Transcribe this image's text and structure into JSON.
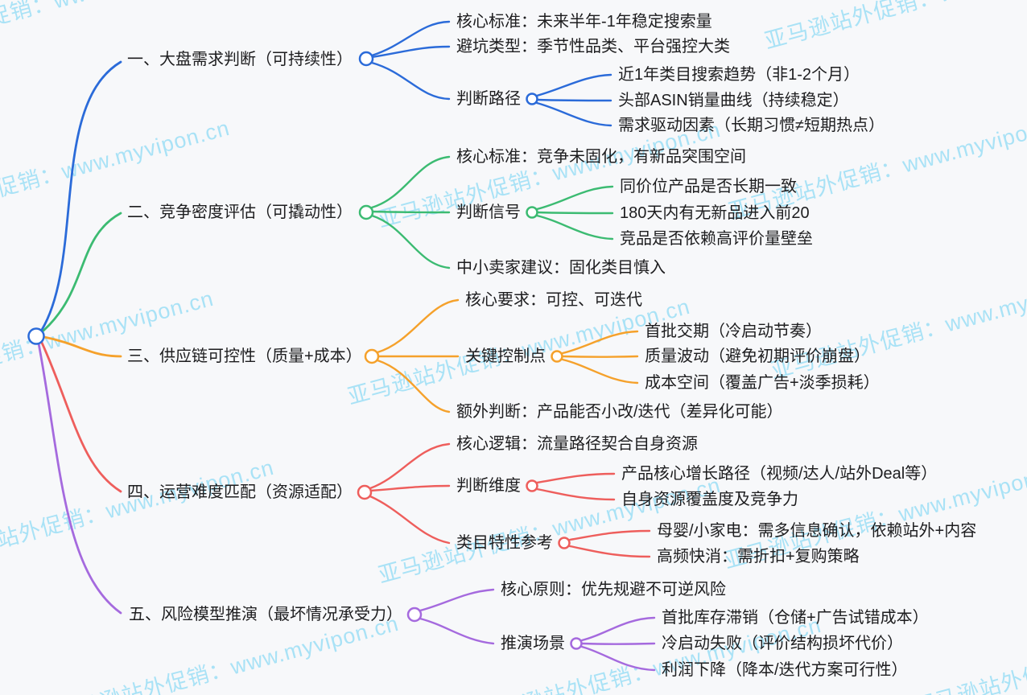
{
  "watermark": {
    "text": "亚马逊站外促销：www.myvipon.cn",
    "color": "#a9e2f6"
  },
  "mindmap": {
    "branches": [
      {
        "label": "一、大盘需求判断（可持续性）",
        "color": "#2b6bd9",
        "children": [
          {
            "label": "核心标准：未来半年-1年稳定搜索量"
          },
          {
            "label": "避坑类型：季节性品类、平台强控大类"
          },
          {
            "label": "判断路径",
            "children": [
              {
                "label": "近1年类目搜索趋势（非1-2个月）"
              },
              {
                "label": "头部ASIN销量曲线（持续稳定）"
              },
              {
                "label": "需求驱动因素（长期习惯≠短期热点）"
              }
            ]
          }
        ]
      },
      {
        "label": "二、竞争密度评估（可撬动性）",
        "color": "#3cbb72",
        "children": [
          {
            "label": "核心标准：竞争未固化，有新品突围空间"
          },
          {
            "label": "判断信号",
            "children": [
              {
                "label": "同价位产品是否长期一致"
              },
              {
                "label": "180天内有无新品进入前20"
              },
              {
                "label": "竞品是否依赖高评价量壁垒"
              }
            ]
          },
          {
            "label": "中小卖家建议：固化类目慎入"
          }
        ]
      },
      {
        "label": "三、供应链可控性（质量+成本）",
        "color": "#f5a12b",
        "children": [
          {
            "label": "核心要求：可控、可迭代"
          },
          {
            "label": "关键控制点",
            "children": [
              {
                "label": "首批交期（冷启动节奏）"
              },
              {
                "label": "质量波动（避免初期评价崩盘）"
              },
              {
                "label": "成本空间（覆盖广告+淡季损耗）"
              }
            ]
          },
          {
            "label": "额外判断：产品能否小改/迭代（差异化可能）"
          }
        ]
      },
      {
        "label": "四、运营难度匹配（资源适配）",
        "color": "#ee5e5c",
        "children": [
          {
            "label": "核心逻辑：流量路径契合自身资源"
          },
          {
            "label": "判断维度",
            "children": [
              {
                "label": "产品核心增长路径（视频/达人/站外Deal等）"
              },
              {
                "label": "自身资源覆盖度及竞争力"
              }
            ]
          },
          {
            "label": "类目特性参考",
            "children": [
              {
                "label": "母婴/小家电：需多信息确认，依赖站外+内容"
              },
              {
                "label": "高频快消：需折扣+复购策略"
              }
            ]
          }
        ]
      },
      {
        "label": "五、风险模型推演（最坏情况承受力）",
        "color": "#a56ade",
        "children": [
          {
            "label": "核心原则：优先规避不可逆风险"
          },
          {
            "label": "推演场景",
            "children": [
              {
                "label": "首批库存滞销（仓储+广告试错成本）"
              },
              {
                "label": "冷启动失败（评价结构损坏代价）"
              },
              {
                "label": "利润下降（降本/迭代方案可行性）"
              }
            ]
          }
        ]
      }
    ]
  }
}
